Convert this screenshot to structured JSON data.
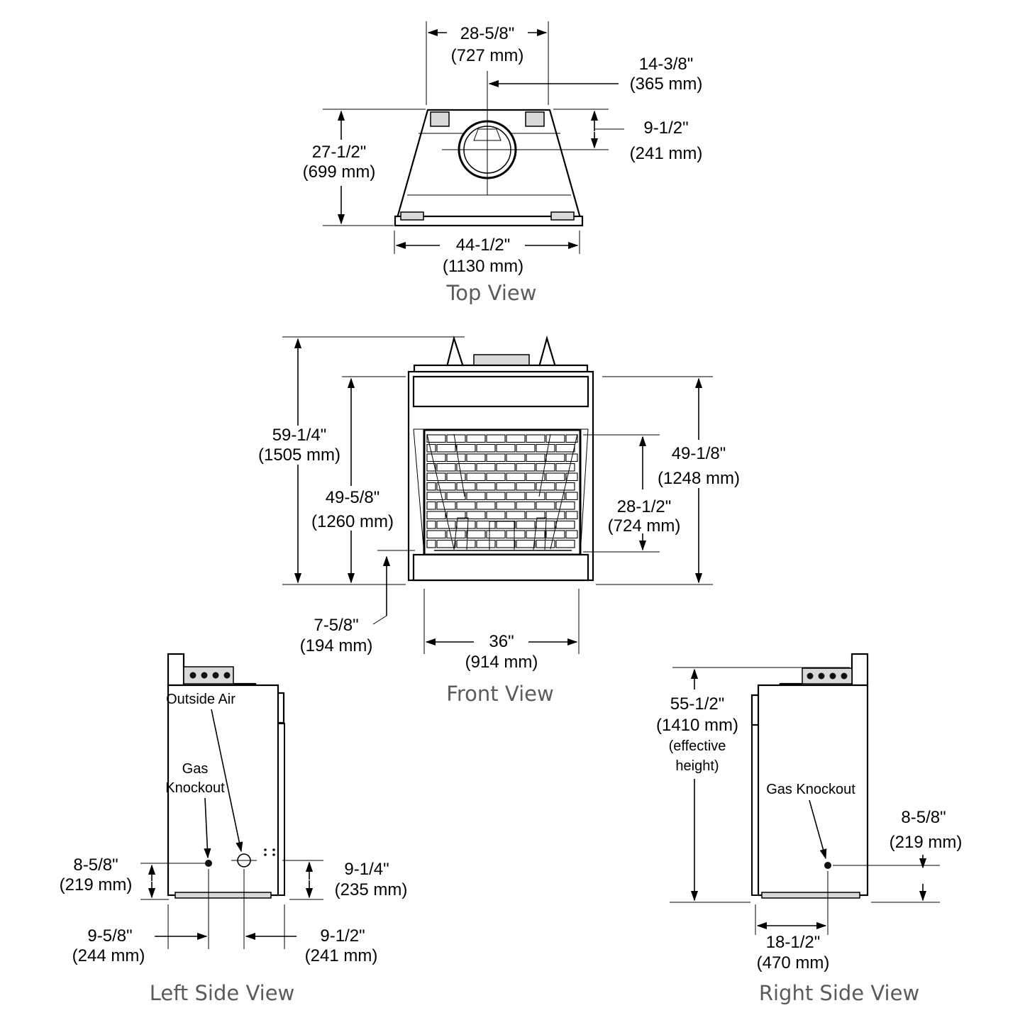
{
  "top_view": {
    "title": "Top View",
    "dim_width_top": [
      "28-5/8\"",
      "(727 mm)"
    ],
    "dim_center_offset": [
      "14-3/8\"",
      "(365 mm)"
    ],
    "dim_vent_offset": [
      "9-1/2\"",
      "(241 mm)"
    ],
    "dim_depth": [
      "27-1/2\"",
      "(699 mm)"
    ],
    "dim_width_front": [
      "44-1/2\"",
      "(1130 mm)"
    ]
  },
  "front_view": {
    "title": "Front View",
    "dim_total_height": [
      "59-1/4\"",
      "(1505 mm)"
    ],
    "dim_body_height": [
      "49-5/8\"",
      "(1260 mm)"
    ],
    "dim_side_height": [
      "49-1/8\"",
      "(1248 mm)"
    ],
    "dim_opening_height": [
      "28-1/2\"",
      "(724 mm)"
    ],
    "dim_hearth_height": [
      "7-5/8\"",
      "(194 mm)"
    ],
    "dim_opening_width": [
      "36\"",
      "(914 mm)"
    ]
  },
  "left_side_view": {
    "title": "Left Side View",
    "label_outside_air": "Outside Air",
    "label_gas_knockout": [
      "Gas",
      "Knockout"
    ],
    "dim_gas_height": [
      "8-5/8\"",
      "(219 mm)"
    ],
    "dim_air_height": [
      "9-1/4\"",
      "(235 mm)"
    ],
    "dim_gas_offset": [
      "9-5/8\"",
      "(244 mm)"
    ],
    "dim_air_offset": [
      "9-1/2\"",
      "(241 mm)"
    ]
  },
  "right_side_view": {
    "title": "Right Side View",
    "dim_effective_height": [
      "55-1/2\"",
      "(1410 mm)",
      "(effective",
      "height)"
    ],
    "label_gas_knockout": "Gas Knockout",
    "dim_gas_height": [
      "8-5/8\"",
      "(219 mm)"
    ],
    "dim_gas_offset": [
      "18-1/2\"",
      "(470 mm)"
    ]
  }
}
